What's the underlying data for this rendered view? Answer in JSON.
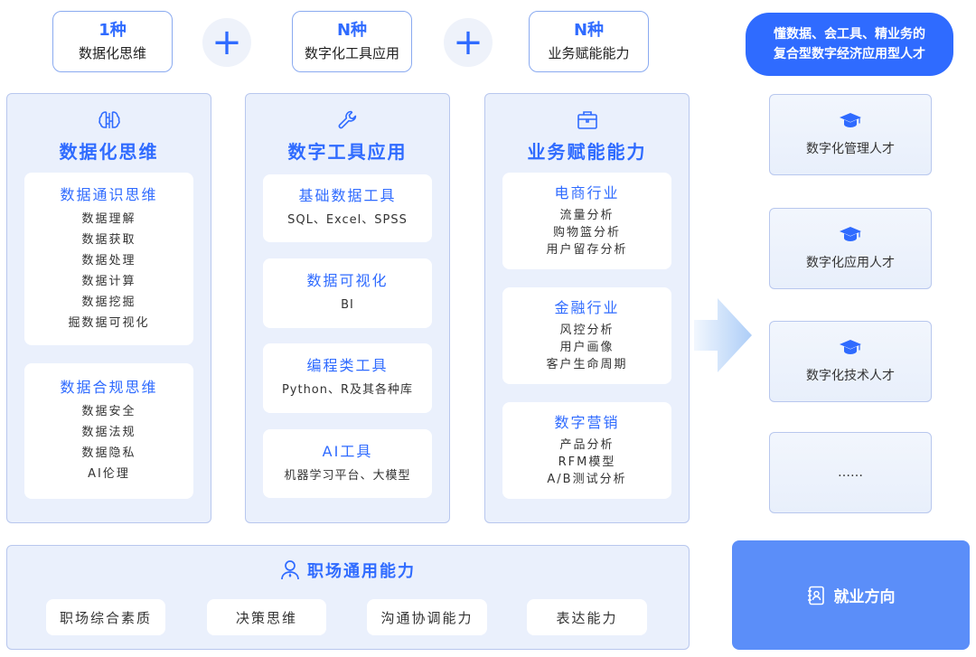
{
  "top_boxes": [
    {
      "title": "1种",
      "subtitle": "数据化思维"
    },
    {
      "title": "N种",
      "subtitle": "数字化工具应用"
    },
    {
      "title": "N种",
      "subtitle": "业务赋能能力"
    }
  ],
  "plus_symbol": "+",
  "talent_header": {
    "line1": "懂数据、会工具、精业务的",
    "line2": "复合型数字经济应用型人才"
  },
  "columns": [
    {
      "icon": "brain-icon",
      "title": "数据化思维",
      "cards": [
        {
          "title": "数据通识思维",
          "items": [
            "数据理解",
            "数据获取",
            "数据处理",
            "数据计算",
            "数据挖掘",
            "掘数据可视化"
          ]
        },
        {
          "title": "数据合规思维",
          "items": [
            "数据安全",
            "数据法规",
            "数据隐私",
            "AI伦理"
          ]
        }
      ]
    },
    {
      "icon": "wrench-icon",
      "title": "数字工具应用",
      "cards": [
        {
          "title": "基础数据工具",
          "items": [
            "SQL、Excel、SPSS"
          ]
        },
        {
          "title": "数据可视化",
          "items": [
            "BI"
          ]
        },
        {
          "title": "编程类工具",
          "items": [
            "Python、R及其各种库"
          ]
        },
        {
          "title": "AI工具",
          "items": [
            "机器学习平台、大模型"
          ]
        }
      ]
    },
    {
      "icon": "briefcase-icon",
      "title": "业务赋能能力",
      "cards": [
        {
          "title": "电商行业",
          "items": [
            "流量分析",
            "购物篮分析",
            "用户留存分析"
          ]
        },
        {
          "title": "金融行业",
          "items": [
            "风控分析",
            "用户画像",
            "客户生命周期"
          ]
        },
        {
          "title": "数字营销",
          "items": [
            "产品分析",
            "RFM模型",
            "A/B测试分析"
          ]
        }
      ]
    }
  ],
  "bottom": {
    "icon": "person-icon",
    "title": "职场通用能力",
    "skills": [
      "职场综合素质",
      "决策思维",
      "沟通协调能力",
      "表达能力"
    ]
  },
  "talents": [
    {
      "icon": "graduation-cap-icon",
      "label": "数字化管理人才"
    },
    {
      "icon": "graduation-cap-icon",
      "label": "数字化应用人才"
    },
    {
      "icon": "graduation-cap-icon",
      "label": "数字化技术人才"
    },
    {
      "icon": "",
      "label": "……"
    }
  ],
  "employment": {
    "icon": "id-card-icon",
    "label": "就业方向"
  },
  "colors": {
    "primary": "#2f6bff",
    "panel_bg": "#eaf0fc",
    "panel_border": "#b8c7ee",
    "employment_bg": "#5b8ef9",
    "arrow": "#a9cbf7"
  }
}
